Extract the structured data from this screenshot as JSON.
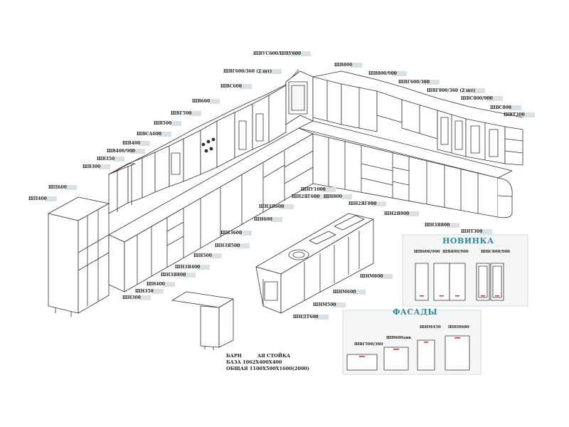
{
  "labels": {
    "shvus600": "ШВУС600/ШВУ600",
    "shv800_top": "ШВ800",
    "shvg600_360": "ШВГ600/360 (2 шт)",
    "shv800_900": "ШВ800/900",
    "shvs600": "ШВС600",
    "shvg600_360b": "ШВГ600/360",
    "shvg800_360": "ШВГ800/360 (2 шт)",
    "shv600": "ШВ600",
    "shvs800_900": "ШВС800/900",
    "shvg500": "ШВГ500",
    "shvs800": "ШВС800",
    "shvt300": "ШВТ300",
    "shv500": "ШВ500",
    "shvsa600": "ШВСА600",
    "shv400": "ШВ400",
    "shv400_900": "ШВ400/900",
    "shv350": "ШВ350",
    "shv300": "ШВ300",
    "shp600": "ШП600",
    "shp400": "ШП400",
    "shnu1000": "ШНУ1000",
    "shn2ya600": "ШН2ЯГ600",
    "shn800a": "ШН800",
    "shn2ya800": "ШН2ЯГ800",
    "shn3ya600": "ШН3Я600",
    "shn2ya800b": "ШН2Я800",
    "shn600": "ШН600",
    "shn3ya800": "ШН3Я800",
    "shnt300": "ШНТ300",
    "shnz600": "ШНЗ600",
    "shn3ya500": "ШН3Я500",
    "shn500": "ШН500",
    "shn3ya400": "ШН3Я400",
    "shn3ya800b": "ШН3Я800",
    "shn400": "ШН400",
    "shn350": "ШН350",
    "shn300": "ШН300",
    "shnm800": "ШНМ800",
    "shnm600": "ШНМ600",
    "shnm500": "ШНМ500",
    "shndt600": "ШНДТ600"
  },
  "novinka": {
    "title": "НОВИНКА",
    "items": [
      "ШВ600/900",
      "ШВ800/900",
      "ШВС800/900"
    ]
  },
  "fasady": {
    "title": "ФАСАДЫ",
    "items": [
      "ШВГ500/360",
      "ШН600дик",
      "ШНМ450",
      "ШНМ600"
    ]
  },
  "bar": {
    "line1": "БАРН",
    "line1b": "АЯ СТОЙКА",
    "line2": "БАЗА 1062Х400Х400",
    "line3": "ОБЩАЯ 1100Х500Х1600(2000)"
  },
  "colors": {
    "accent": "#2d8a9e",
    "line": "#333333",
    "panel_bg": "#f4f6f7",
    "label_bg": "#d9e1e4"
  }
}
